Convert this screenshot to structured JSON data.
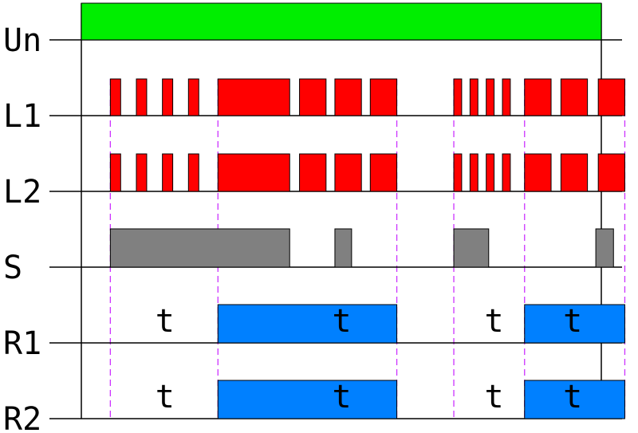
{
  "colors": {
    "supply": "#00ee00",
    "led": "#ff0000",
    "switch": "#808080",
    "relay": "#0080ff",
    "guide": "#cc33ff",
    "axis": "#000000"
  },
  "rows": [
    {
      "key": "Un",
      "label": "Un",
      "kind": "supply",
      "pulses": [
        [
          0,
          1
        ]
      ]
    },
    {
      "key": "L1",
      "label": "L1",
      "kind": "led",
      "pulses": [
        [
          0.059,
          0.08
        ],
        [
          0.112,
          0.133
        ],
        [
          0.165,
          0.186
        ],
        [
          0.218,
          0.239
        ],
        [
          0.278,
          0.424
        ],
        [
          0.444,
          0.498
        ],
        [
          0.516,
          0.57
        ],
        [
          0.588,
          0.642
        ],
        [
          0.758,
          0.774
        ],
        [
          0.791,
          0.807
        ],
        [
          0.824,
          0.84
        ],
        [
          0.857,
          0.873
        ],
        [
          0.902,
          0.956
        ],
        [
          0.976,
          1.03
        ],
        [
          1.052,
          1.106
        ]
      ]
    },
    {
      "key": "L2",
      "label": "L2",
      "kind": "led",
      "pulses": [
        [
          0.059,
          0.08
        ],
        [
          0.112,
          0.133
        ],
        [
          0.165,
          0.186
        ],
        [
          0.218,
          0.239
        ],
        [
          0.278,
          0.424
        ],
        [
          0.444,
          0.498
        ],
        [
          0.516,
          0.57
        ],
        [
          0.588,
          0.642
        ],
        [
          0.758,
          0.774
        ],
        [
          0.791,
          0.807
        ],
        [
          0.824,
          0.84
        ],
        [
          0.857,
          0.873
        ],
        [
          0.902,
          0.956
        ],
        [
          0.976,
          1.03
        ],
        [
          1.052,
          1.106
        ]
      ]
    },
    {
      "key": "S",
      "label": "S",
      "kind": "switch",
      "pulses": [
        [
          0.059,
          0.424
        ],
        [
          0.516,
          0.55
        ],
        [
          0.758,
          0.829
        ],
        [
          1.047,
          1.083
        ]
      ]
    },
    {
      "key": "R1",
      "label": "R1",
      "kind": "relay",
      "pulses": [
        [
          0.278,
          0.642
        ],
        [
          0.902,
          1.106
        ]
      ],
      "t_marks": [
        0.17,
        0.53,
        0.84,
        1.0
      ]
    },
    {
      "key": "R2",
      "label": "R2",
      "kind": "relay",
      "pulses": [
        [
          0.278,
          0.642
        ],
        [
          0.902,
          1.106
        ]
      ],
      "t_marks": [
        0.17,
        0.53,
        0.84,
        1.0
      ]
    }
  ],
  "t_text": "t",
  "guides": [
    0.059,
    0.278,
    0.642,
    0.758,
    0.902,
    1.106
  ]
}
